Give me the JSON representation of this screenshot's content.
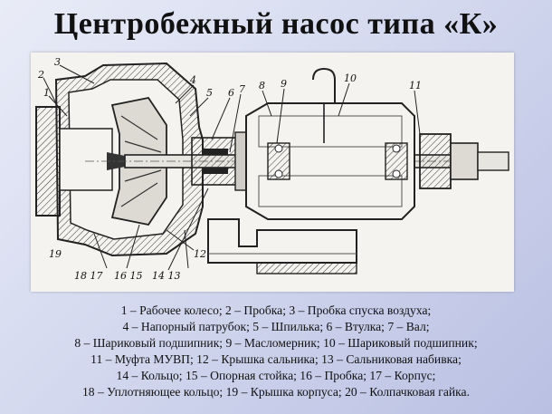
{
  "slide": {
    "title": "Центробежный насос типа «К»"
  },
  "drawing": {
    "callouts": {
      "c1": "1",
      "c2": "2",
      "c3": "3",
      "c4": "4",
      "c5": "5",
      "c6": "6",
      "c7": "7",
      "c8": "8",
      "c9": "9",
      "c10": "10",
      "c11": "11",
      "c12": "12",
      "c13": "14 13",
      "c15": "16 15",
      "c17": "18 17",
      "c19": "19"
    }
  },
  "legend": {
    "lines": [
      "1 – Рабочее колесо; 2 – Пробка;  3 – Пробка спуска воздуха;",
      "4 – Напорный патрубок; 5 – Шпилька; 6 – Втулка; 7 – Вал;",
      "8 – Шариковый подшипник; 9 – Масломерник; 10 – Шариковый подшипник;",
      "11 – Муфта МУВП; 12 – Крышка сальника; 13 – Сальниковая набивка;",
      "14 – Кольцо; 15 – Опорная стойка; 16 – Пробка; 17 – Корпус;",
      "18 – Уплотняющее кольцо; 19 – Крышка корпуса; 20 – Колпачковая гайка."
    ]
  }
}
